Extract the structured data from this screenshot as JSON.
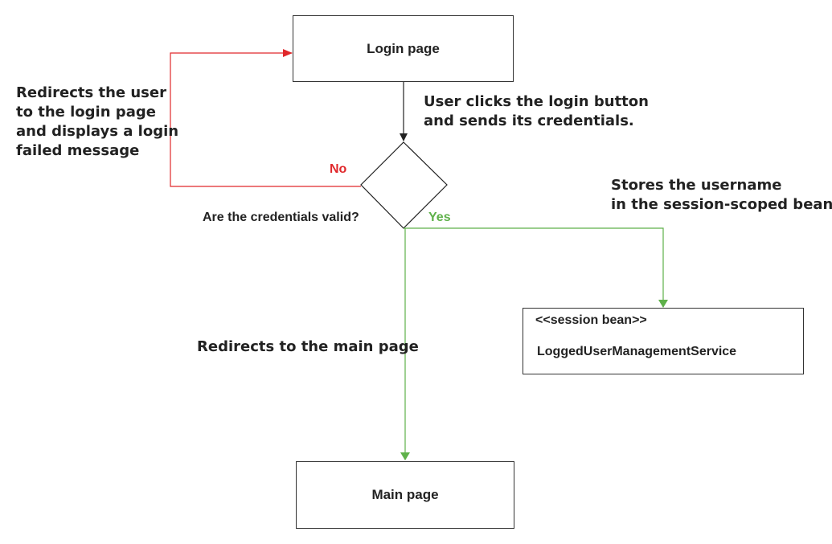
{
  "nodes": {
    "login_page": "Login page",
    "decision": "Are the credentials valid?",
    "main_page": "Main page",
    "bean_stereotype": "<<session bean>>",
    "bean_name": "LoggedUserManagementService"
  },
  "annotations": {
    "clicks_line1": "User clicks the login button",
    "clicks_line2": "and sends its credentials.",
    "redirect_line1": "Redirects the user",
    "redirect_line2": "to the login page",
    "redirect_line3": "and displays a login",
    "redirect_line4": "failed message",
    "stores_line1": "Stores the username",
    "stores_line2": "in the session-scoped bean",
    "redirect_main": "Redirects to the main page"
  },
  "branches": {
    "no": "No",
    "yes": "Yes"
  },
  "colors": {
    "no": "#e0282b",
    "yes": "#5fb14a",
    "line": "#222222"
  }
}
